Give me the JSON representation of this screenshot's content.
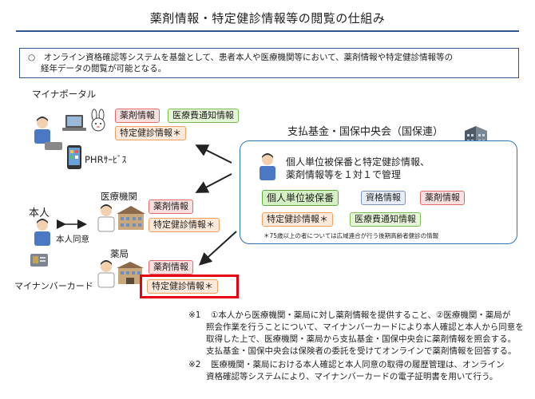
{
  "title": "薬剤情報・特定健診情報等の閲覧の仕組み",
  "summary": {
    "line1": "○　オンライン資格確認等システムを基盤として、患者本人や医療機関等において、薬剤情報や特定健診情報等の",
    "line2": "経年データの閲覧が可能となる。"
  },
  "mynaportal": {
    "label": "マイナポータル",
    "tags": [
      "薬剤情報",
      "医療費通知情報",
      "特定健診情報＊"
    ],
    "phr_label": "PHRｻｰﾋﾞｽ"
  },
  "kikin": {
    "label": "支払基金・国保中央会（国保連）",
    "desc_line1": "個人単位被保番と特定健診情報、",
    "desc_line2": "薬剤情報等を１対１で管理",
    "tags_row1": [
      "個人単位被保番",
      "資格情報",
      "薬剤情報"
    ],
    "tags_row2": [
      "特定健診情報＊",
      "医療費通知情報"
    ],
    "footnote": "＊75歳以上の者については広域連合が行う後期高齢者健診の情報"
  },
  "honnin": {
    "label": "本人",
    "consent_label": "本人同意",
    "card_label": "マイナンバーカード"
  },
  "iryokikan": {
    "label": "医療機関",
    "tags": [
      "薬剤情報",
      "特定健診情報＊"
    ]
  },
  "yakkyoku": {
    "label": "薬局",
    "tags": [
      "薬剤情報",
      "特定健診情報＊"
    ]
  },
  "notes": [
    {
      "mark": "※1",
      "lines": [
        "①本人から医療機関・薬局に対し薬剤情報を提供すること、②医療機関・薬局が",
        "照会作業を行うことについて、マイナンバーカードにより本人確認と本人から同意を",
        "取得した上で、医療機関・薬局から支払基金・国保中央会に薬剤情報を照会する。",
        "支払基金・国保中央会は保険者の委託を受けてオンラインで薬剤情報を回答する。"
      ]
    },
    {
      "mark": "※2",
      "lines": [
        "医療機関・薬局における本人確認と本人同意の取得の履歴管理は、オンライン",
        "資格確認等システムにより、マイナンバーカードの電子証明書を用いて行う。"
      ]
    }
  ],
  "icons": {
    "person": "person-icon",
    "laptop": "laptop-icon",
    "rabbit": "mascot-icon",
    "phone": "smartphone-icon",
    "building": "building-icon",
    "hospital": "hospital-icon",
    "pharmacy": "pharmacy-icon",
    "card": "id-card-icon"
  },
  "colors": {
    "accent_blue": "#2f5597",
    "highlight_red": "#e60012"
  }
}
